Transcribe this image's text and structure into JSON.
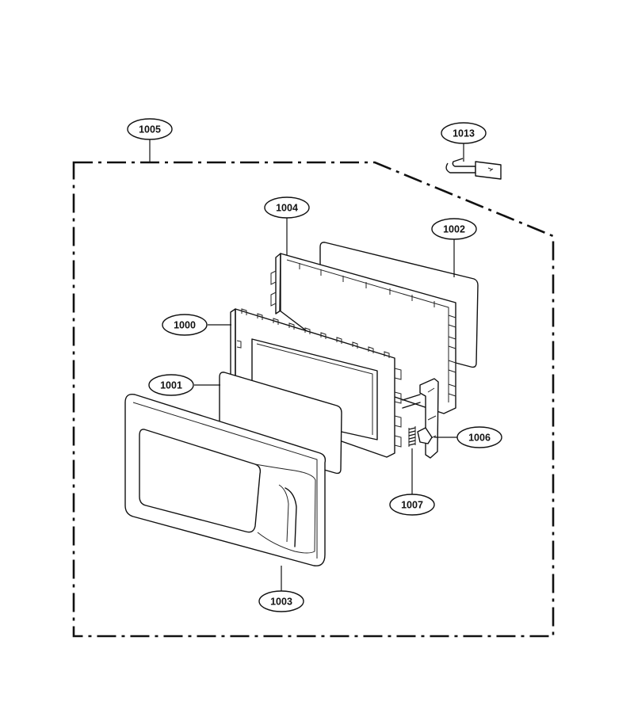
{
  "diagram": {
    "callouts": [
      {
        "id": "c1005",
        "label": "1005"
      },
      {
        "id": "c1013",
        "label": "1013"
      },
      {
        "id": "c1004",
        "label": "1004"
      },
      {
        "id": "c1002",
        "label": "1002"
      },
      {
        "id": "c1000",
        "label": "1000"
      },
      {
        "id": "c1001",
        "label": "1001"
      },
      {
        "id": "c1006",
        "label": "1006"
      },
      {
        "id": "c1007",
        "label": "1007"
      },
      {
        "id": "c1003",
        "label": "1003"
      }
    ]
  }
}
